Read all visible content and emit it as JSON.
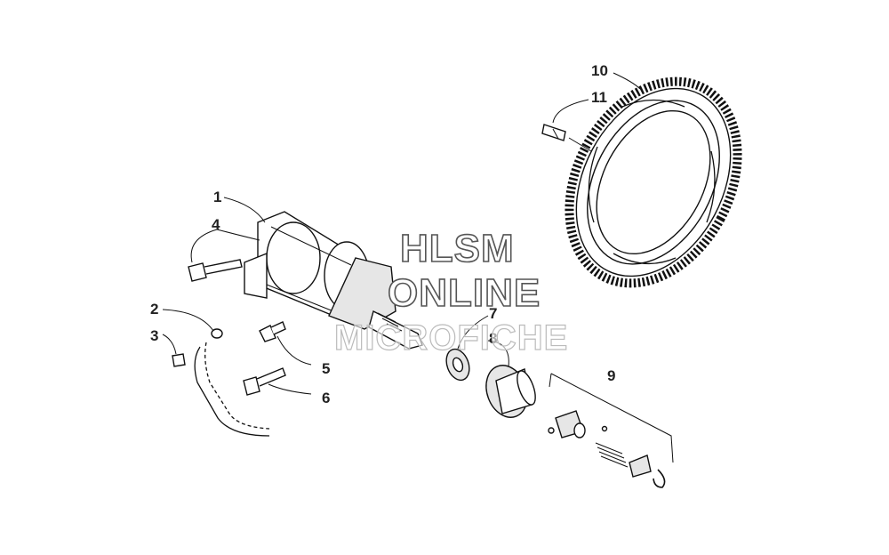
{
  "callouts": [
    {
      "id": "1",
      "label": "1"
    },
    {
      "id": "2",
      "label": "2"
    },
    {
      "id": "3",
      "label": "3"
    },
    {
      "id": "4",
      "label": "4"
    },
    {
      "id": "5",
      "label": "5"
    },
    {
      "id": "6",
      "label": "6"
    },
    {
      "id": "7",
      "label": "7"
    },
    {
      "id": "8",
      "label": "8"
    },
    {
      "id": "9",
      "label": "9"
    },
    {
      "id": "10",
      "label": "10"
    },
    {
      "id": "11",
      "label": "11"
    }
  ],
  "watermark": {
    "line1": "HLSM",
    "line2": "ONLINE",
    "line3": "MICROFICHE"
  }
}
